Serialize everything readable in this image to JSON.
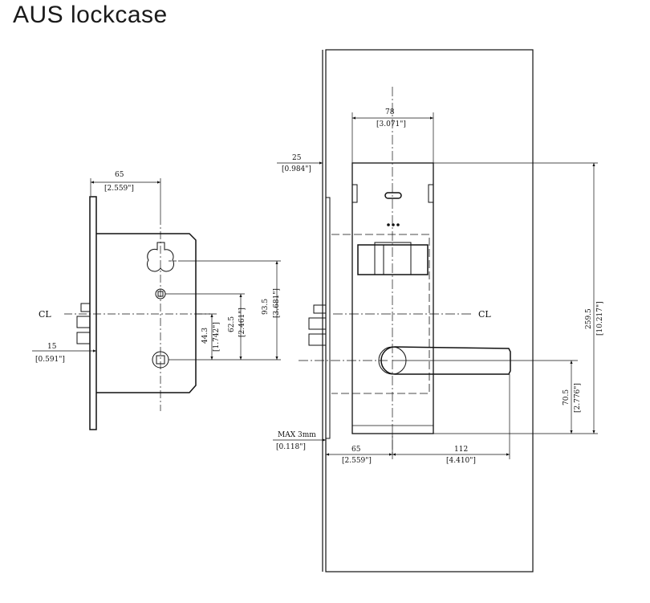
{
  "title": "AUS lockcase",
  "colors": {
    "line": "#111111",
    "background": "#ffffff",
    "title": "#1a1a1a"
  },
  "left_view": {
    "width_mm": "65",
    "width_in": "[2.559\"]",
    "faceplate_mm": "15",
    "faceplate_in": "[0.591\"]",
    "dim_44_mm": "44.3",
    "dim_44_in": "[1.742\"]",
    "dim_62_mm": "62.5",
    "dim_62_in": "[2.461\"]",
    "dim_93_mm": "93.5",
    "dim_93_in": "[3.681\"]",
    "centerline": "CL"
  },
  "right_view": {
    "width_mm": "78",
    "width_in": "[3.071\"]",
    "offset_mm": "25",
    "offset_in": "[0.984\"]",
    "height_mm": "259.5",
    "height_in": "[10.217\"]",
    "lever_mm": "70.5",
    "lever_in": "[2.776\"]",
    "gap_mm": "MAX 3mm",
    "gap_in": "[0.118\"]",
    "backset_mm": "65",
    "backset_in": "[2.559\"]",
    "handle_mm": "112",
    "handle_in": "[4.410\"]",
    "centerline": "CL"
  }
}
